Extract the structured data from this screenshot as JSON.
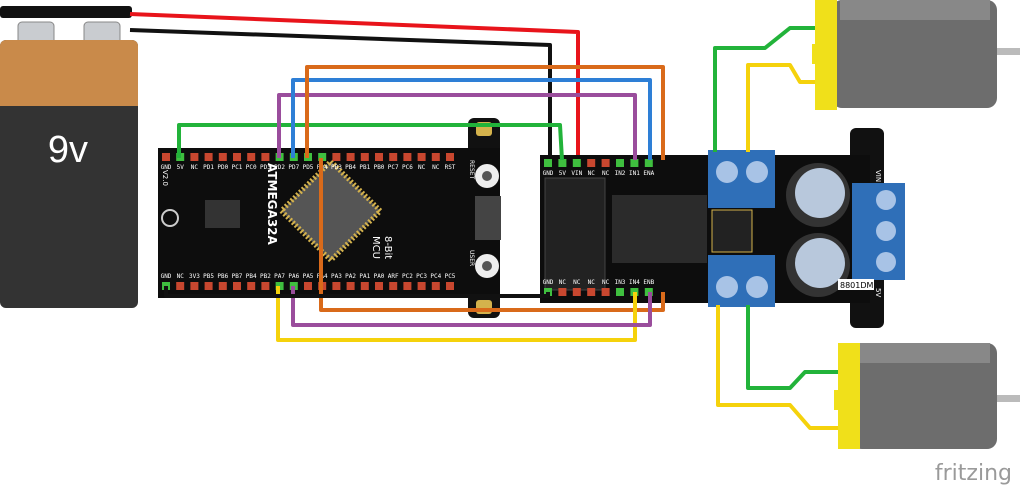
{
  "battery": {
    "label": "9v"
  },
  "mcu": {
    "chip_label": "ATMEGA32A",
    "mcu_label_1": "8-Bit",
    "mcu_label_2": "MCU",
    "version": "V2.0",
    "reset_label": "RESET",
    "user_label": "USER",
    "top_pins": [
      "GND",
      "5V",
      "NC",
      "PD1",
      "PD0",
      "PC1",
      "PC0",
      "PD3",
      "PD2",
      "PD7",
      "PD5",
      "PD4",
      "PB3",
      "PB4",
      "PB1",
      "PB0",
      "PC7",
      "PC6",
      "NC",
      "NC",
      "RST"
    ],
    "bottom_pins": [
      "GND",
      "NC",
      "3V3",
      "PB5",
      "PB6",
      "PB7",
      "PB4",
      "PB2",
      "PA7",
      "PA6",
      "PA5",
      "PA4",
      "PA3",
      "PA2",
      "PA1",
      "PA0",
      "ARF",
      "PC2",
      "PC3",
      "PC4",
      "PC5"
    ]
  },
  "driver": {
    "model_label": "8801DM",
    "top_pins": [
      "GND",
      "5V",
      "VIN",
      "NC",
      "NC",
      "IN2",
      "IN1",
      "ENA"
    ],
    "bottom_pins": [
      "GND",
      "NC",
      "NC",
      "NC",
      "NC",
      "IN3",
      "IN4",
      "ENB"
    ],
    "terminal_label_vin": "VIN",
    "terminal_label_5v": "5V"
  },
  "wire_colors": {
    "red": "#e8141b",
    "black": "#111111",
    "green": "#22b33a",
    "purple": "#9a4d9c",
    "blue": "#2e7fd6",
    "orange": "#d96a1a",
    "yellow": "#f5d20c"
  },
  "watermark": "fritzing"
}
